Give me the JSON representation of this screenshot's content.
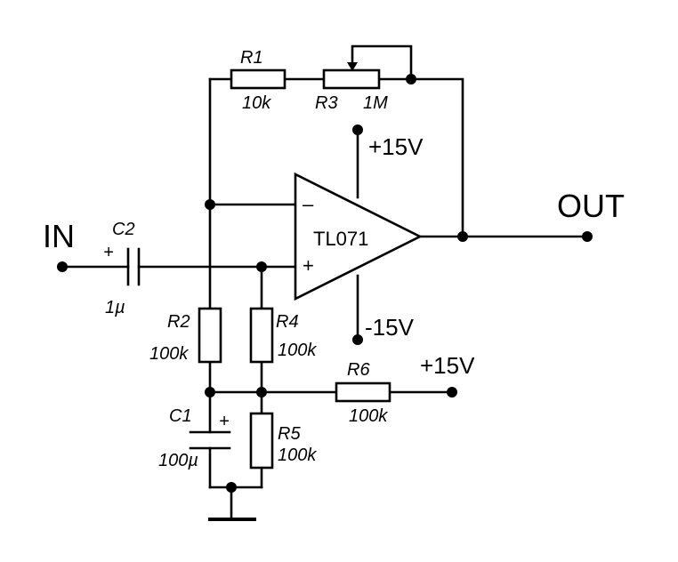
{
  "ports": {
    "input": "IN",
    "output": "OUT",
    "supply_pos_top": "+15V",
    "supply_neg": "-15V",
    "supply_pos_bias": "+15V"
  },
  "opamp": {
    "name": "TL071",
    "inv_sign": "–",
    "noninv_sign": "+"
  },
  "components": {
    "r1": {
      "ref": "R1",
      "value": "10k"
    },
    "r3": {
      "ref": "R3",
      "value": "1M"
    },
    "r2": {
      "ref": "R2",
      "value": "100k"
    },
    "r4": {
      "ref": "R4",
      "value": "100k"
    },
    "r5": {
      "ref": "R5",
      "value": "100k"
    },
    "r6": {
      "ref": "R6",
      "value": "100k"
    },
    "c1": {
      "ref": "C1",
      "value": "100µ",
      "polarity": "+"
    },
    "c2": {
      "ref": "C2",
      "value": "1µ",
      "polarity": "+"
    }
  }
}
